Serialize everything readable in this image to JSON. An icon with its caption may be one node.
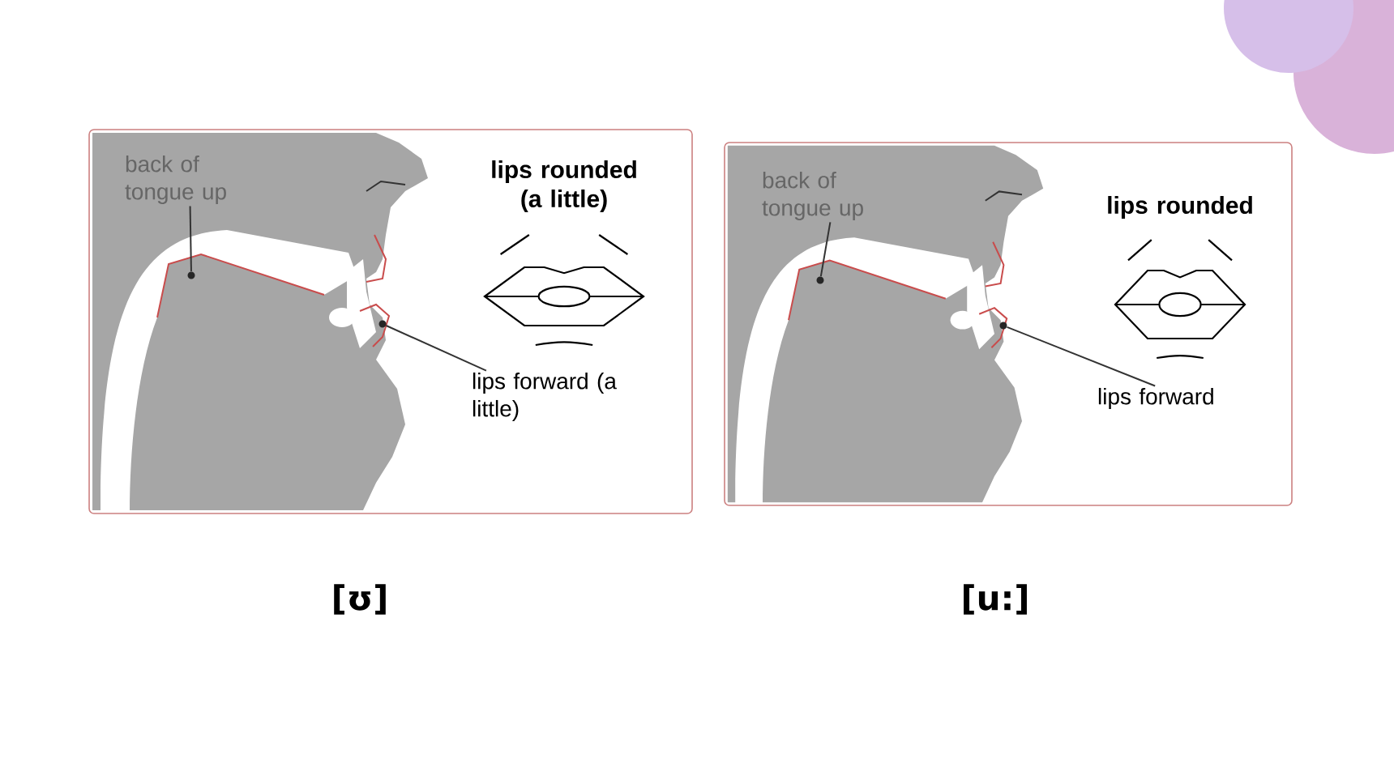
{
  "diagram": {
    "nodes": [
      {
        "text": [],
        "shape": "box",
        "beside": [
          "[ʊ]"
        ]
      },
      {
        "text": [
          "back of tongue up"
        ],
        "in": 0
      },
      {
        "text": [],
        "shape": "circle",
        "in": 0
      },
      {
        "text": [
          "lips forward (a little)"
        ],
        "in": 0
      },
      {
        "text": [],
        "shape": "circle",
        "in": 0
      },
      {
        "text": [],
        "shape": "box",
        "beside": [
          "[u:]"
        ]
      },
      {
        "text": [
          "back of tongue up"
        ],
        "in": 5
      },
      {
        "text": [],
        "shape": "circle",
        "in": 5
      },
      {
        "text": [
          "lips forward"
        ],
        "in": 5
      },
      {
        "text": [],
        "shape": "circle",
        "in": 5
      }
    ],
    "edges": [
      {
        "from": 1,
        "to": 2,
        "arrow": "none"
      },
      {
        "from": 3,
        "to": 4,
        "arrow": "none"
      },
      {
        "from": 6,
        "to": 7,
        "arrow": "none"
      },
      {
        "from": 8,
        "to": 9,
        "arrow": "none"
      }
    ],
    "labels": [
      "lips rounded (a little)",
      "lips rounded"
    ]
  }
}
